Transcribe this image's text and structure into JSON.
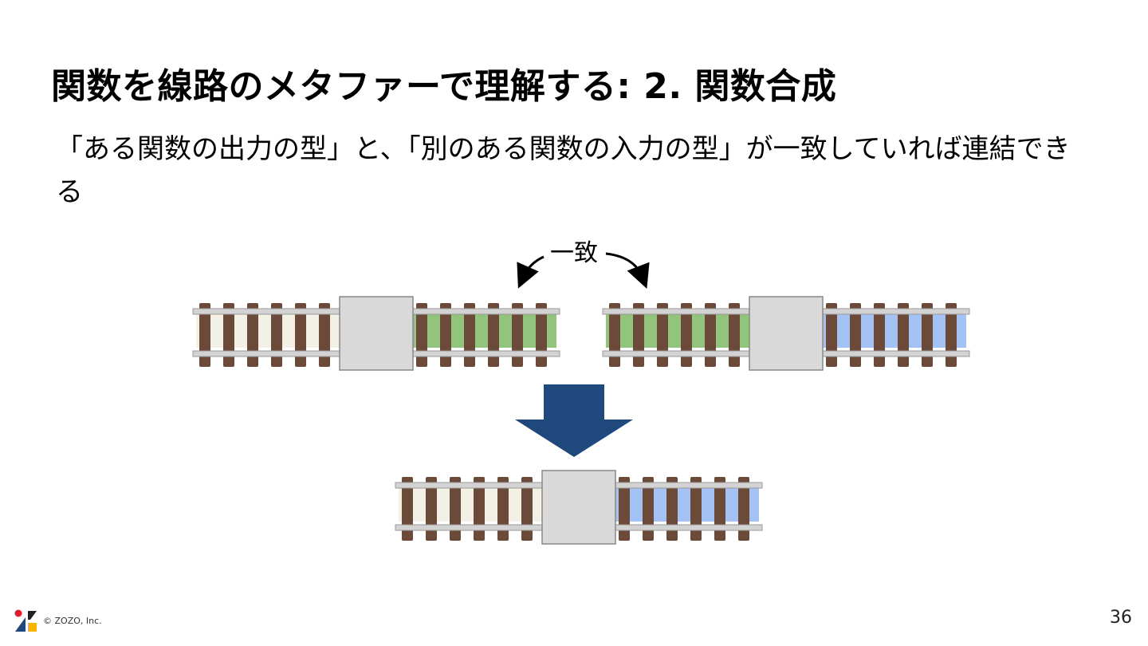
{
  "slide": {
    "title": "関数を線路のメタファーで理解する: 2. 関数合成",
    "subtitle": "「ある関数の出力の型」と、「別のある関数の入力の型」が一致していれば連結できる",
    "match_label": "一致",
    "copyright": "© ZOZO, Inc.",
    "page_number": "36"
  },
  "colors": {
    "tie": "#6b4a3a",
    "rail": "#d3d3d3",
    "block": "#d9d9d9",
    "type_a": "#f3f0e6",
    "type_b": "#93c47d",
    "type_c": "#a4c2f4",
    "arrow": "#1f497d",
    "logo_red": "#e01e2d",
    "logo_yellow": "#f7b500",
    "logo_blue": "#1f497d"
  },
  "diagram": {
    "tracks": [
      {
        "name": "track-f",
        "input_type": "type_a",
        "output_type": "type_b"
      },
      {
        "name": "track-g",
        "input_type": "type_b",
        "output_type": "type_c"
      },
      {
        "name": "track-composed",
        "input_type": "type_a",
        "output_type": "type_c"
      }
    ]
  }
}
